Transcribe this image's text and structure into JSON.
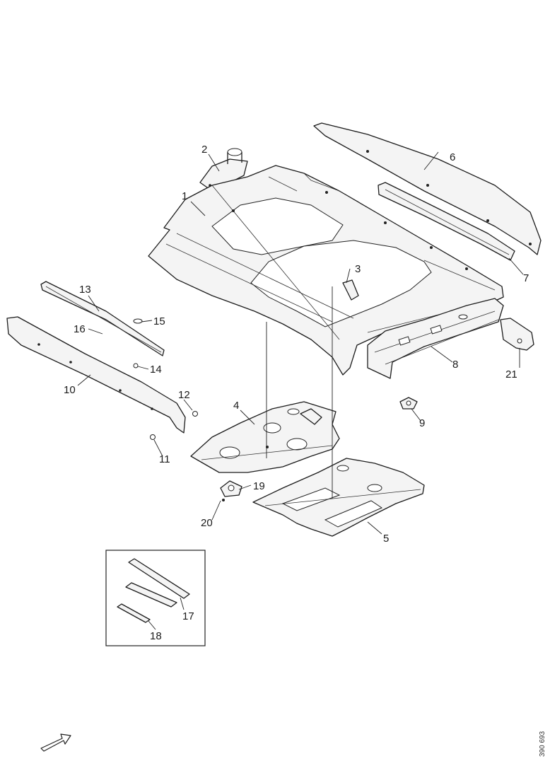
{
  "diagram": {
    "callouts": {
      "c1": "1",
      "c2": "2",
      "c3": "3",
      "c4": "4",
      "c5": "5",
      "c6": "6",
      "c7": "7",
      "c8": "8",
      "c9": "9",
      "c10": "10",
      "c11": "11",
      "c12": "12",
      "c13": "13",
      "c14": "14",
      "c15": "15",
      "c16": "16",
      "c17": "17",
      "c18": "18",
      "c19": "19",
      "c20": "20",
      "c21": "21"
    },
    "reference_code": "390 693"
  }
}
